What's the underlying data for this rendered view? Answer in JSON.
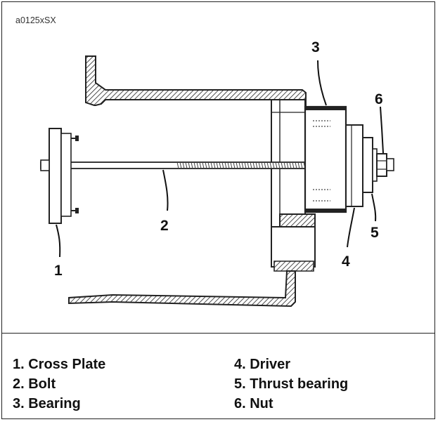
{
  "figure_id": "a0125xSX",
  "callouts": [
    "1",
    "2",
    "3",
    "4",
    "5",
    "6"
  ],
  "legend": {
    "left": [
      "1. Cross Plate",
      "2. Bolt",
      "3. Bearing"
    ],
    "right": [
      "4. Driver",
      "5. Thrust bearing",
      "6. Nut"
    ]
  }
}
